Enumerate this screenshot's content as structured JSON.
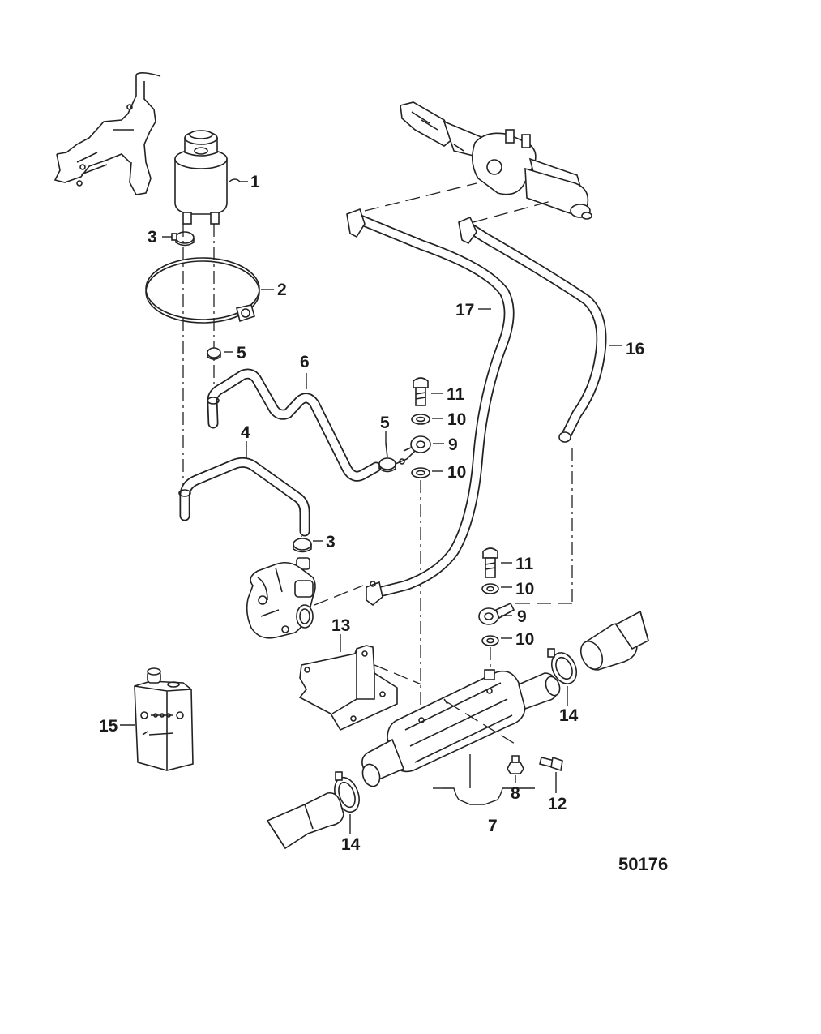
{
  "figure_number": "50176",
  "callouts": {
    "c1": "1",
    "c2": "2",
    "c3a": "3",
    "c3b": "3",
    "c4": "4",
    "c5a": "5",
    "c5b": "5",
    "c6": "6",
    "c7": "7",
    "c8": "8",
    "c9a": "9",
    "c9b": "9",
    "c10a": "10",
    "c10b": "10",
    "c10c": "10",
    "c10d": "10",
    "c11a": "11",
    "c11b": "11",
    "c12": "12",
    "c13": "13",
    "c14a": "14",
    "c14b": "14",
    "c15": "15",
    "c16": "16",
    "c17": "17"
  },
  "icons": {
    "reservoir": "power-steering-reservoir",
    "pump": "power-steering-pump",
    "cooler": "fluid-cooler",
    "actuator": "steering-actuator",
    "fluid_can": "fluid-container"
  }
}
